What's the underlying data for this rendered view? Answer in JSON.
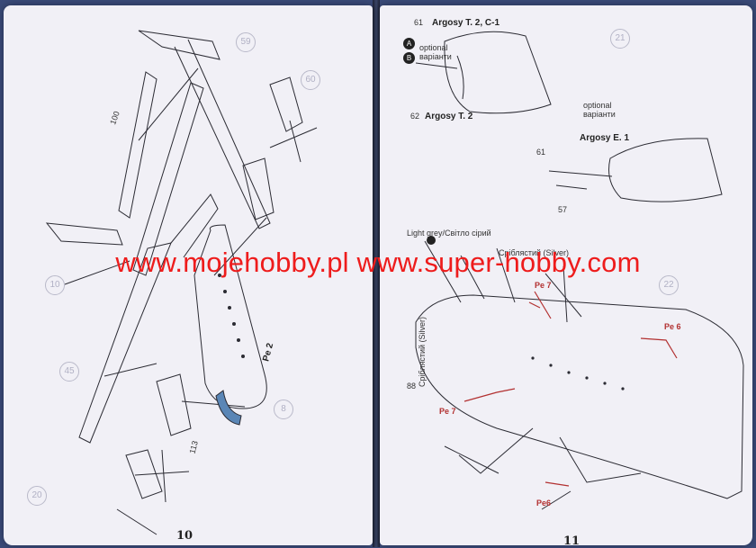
{
  "watermark": {
    "text": "www.mojehobby.pl www.super-hobby.com",
    "color": "#ee1c1c"
  },
  "left_page": {
    "page_number": "10",
    "part_labels": {
      "p100": "100",
      "p113": "113",
      "pe2": "Pe 2"
    },
    "step_markers": {
      "m1": "59",
      "m2": "60",
      "m3": "10",
      "m4": "45",
      "m5": "8",
      "m6": "20"
    },
    "icons": [
      "propeller-icon",
      "landing-gear-icon",
      "tailplane-icon"
    ]
  },
  "right_page": {
    "page_number": "11",
    "top_section": {
      "part_61": "61",
      "part_62": "62",
      "variant_label_1": "Argosy T. 2, C-1",
      "variant_label_2": "Argosy T. 2",
      "variant_label_3": "Argosy E. 1",
      "optional_1": "optional варіанти",
      "optional_2": "optional варіанти",
      "variant_a": "A",
      "variant_b": "B"
    },
    "mid_section": {
      "part_61": "61",
      "part_57": "57"
    },
    "paint_section": {
      "light_grey": "Light grey/Світло сірий",
      "silver": "Сріблястий (Silver)",
      "silver_vertical": "Сріблястий (Silver)",
      "pe7_top": "Pe 7",
      "pe6": "Pe 6",
      "pe7_bottom": "Pe 7",
      "pe6_bottom": "Pe6",
      "part_88": "88"
    },
    "step_markers": {
      "s1": "21",
      "s2": "22"
    }
  }
}
